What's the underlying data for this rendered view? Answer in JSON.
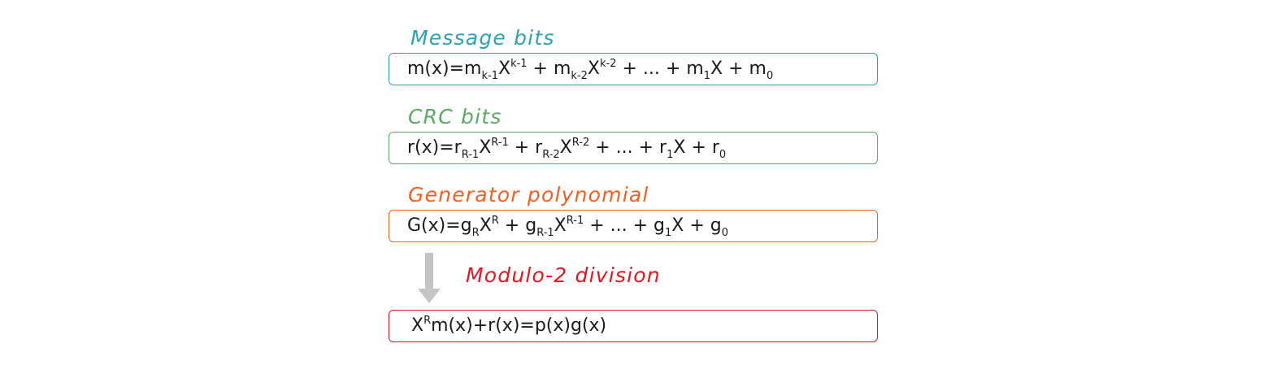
{
  "colors": {
    "message": "#2aa3b5",
    "crc": "#5aaa63",
    "generator": "#f2601f",
    "division": "#e8141e",
    "arrow": "#c4c4c4"
  },
  "message": {
    "label": "Message bits",
    "formula": {
      "lhs": "m(x)=m",
      "a_sub": "k-1",
      "x1": "X",
      "a_sup": "k-1",
      "plus1": " + m",
      "b_sub": "k-2",
      "x2": "X",
      "b_sup": "k-2",
      "mid": " + ... + m",
      "c_sub": "1",
      "x3": "X",
      "plus2": " + m",
      "d_sub": "0"
    }
  },
  "crc": {
    "label": "CRC bits",
    "formula": {
      "lhs": "r(x)=r",
      "a_sub": "R-1",
      "x1": "X",
      "a_sup": "R-1",
      "plus1": " + r",
      "b_sub": "R-2",
      "x2": "X",
      "b_sup": "R-2",
      "mid": " + ... + r",
      "c_sub": "1",
      "x3": "X",
      "plus2": " + r",
      "d_sub": "0"
    }
  },
  "generator": {
    "label": "Generator polynomial",
    "formula": {
      "lhs": "G(x)=g",
      "a_sub": "R",
      "x1": "X",
      "a_sup": "R",
      "plus1": " + g",
      "b_sub": "R-1",
      "x2": "X",
      "b_sup": "R-1",
      "mid": " + ... + g",
      "c_sub": "1",
      "x3": "X",
      "plus2": " + g",
      "d_sub": "0"
    }
  },
  "division": {
    "label": "Modulo-2 division",
    "formula": {
      "x": "X",
      "sup": "R",
      "rest": "m(x)+r(x)=p(x)g(x)"
    }
  }
}
